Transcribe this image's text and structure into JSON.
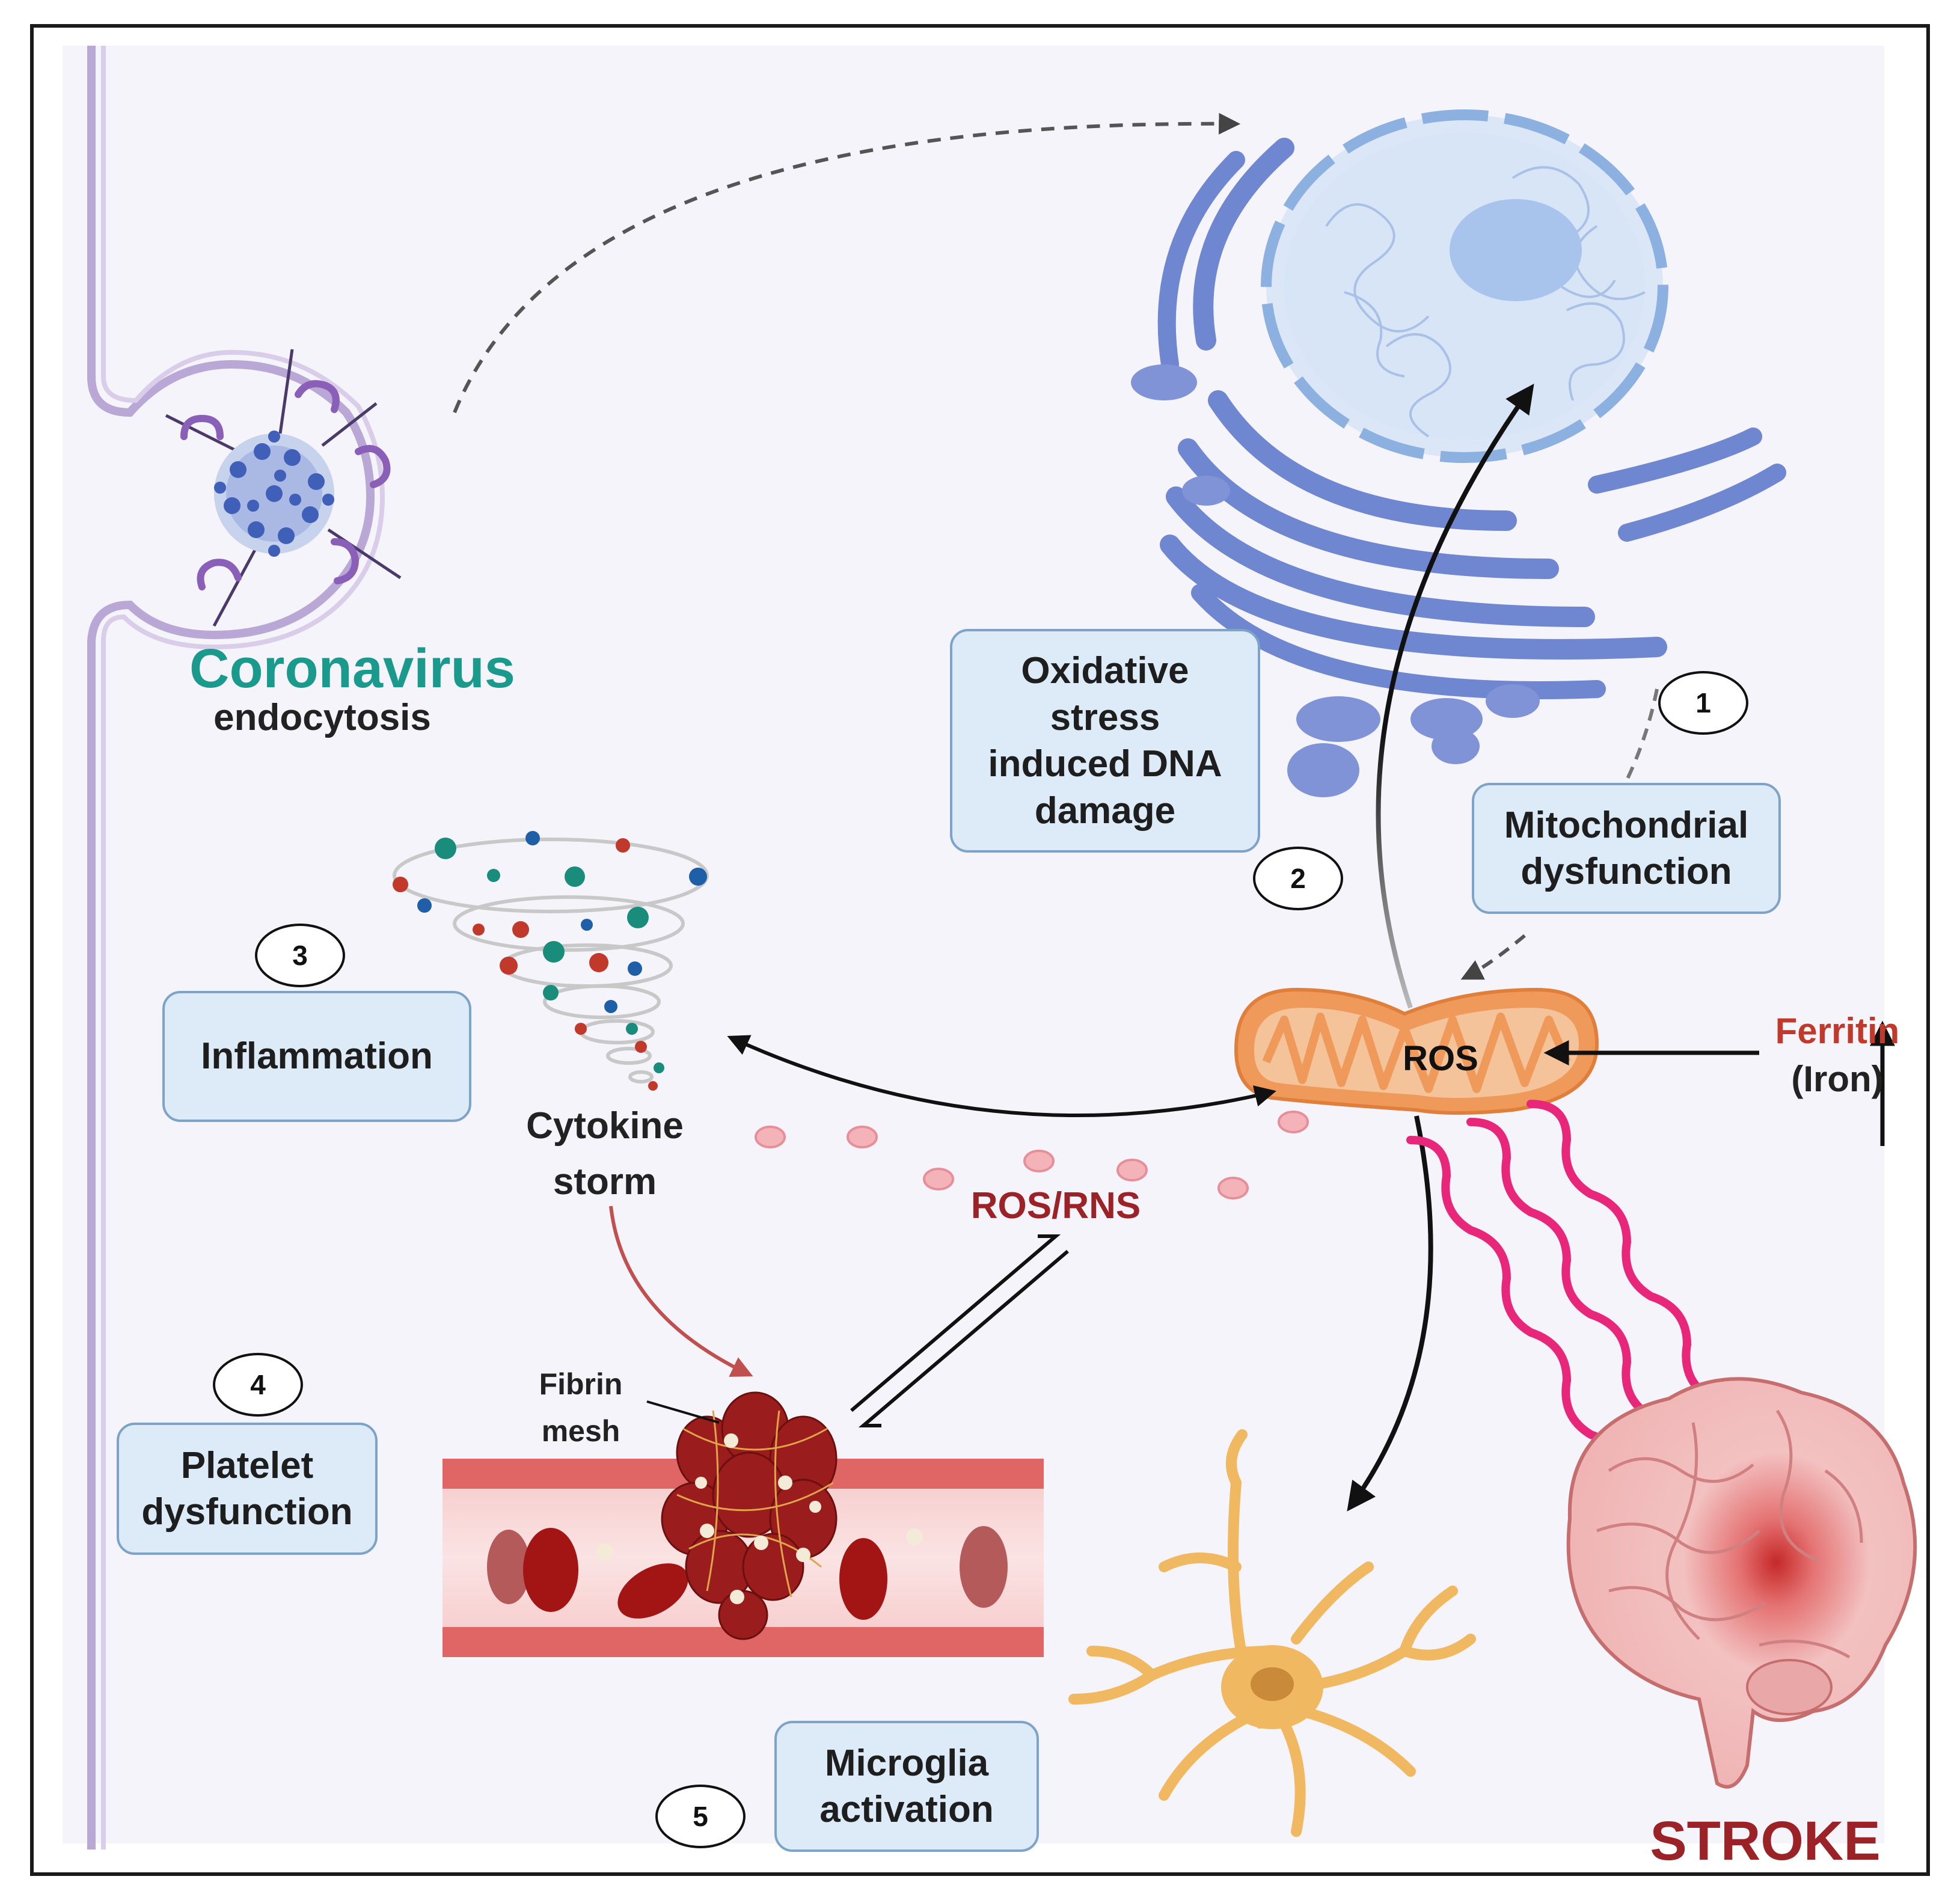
{
  "virus": {
    "title": "Coronavirus",
    "subtitle": "endocytosis"
  },
  "steps": [
    {
      "number": "1",
      "label": "Mitochondrial\ndysfunction"
    },
    {
      "number": "2",
      "label": "Oxidative\nstress\ninduced DNA\ndamage"
    },
    {
      "number": "3",
      "label": "Inflammation"
    },
    {
      "number": "4",
      "label": "Platelet\ndysfunction"
    },
    {
      "number": "5",
      "label": "Microglia\nactivation"
    }
  ],
  "labels": {
    "cytokine": "Cytokine\nstorm",
    "ros_rns": "ROS/RNS",
    "ros": "ROS",
    "ferritin": "Ferritin",
    "iron": "(Iron)",
    "fibrin": "Fibrin\nmesh",
    "stroke": "STROKE"
  },
  "colors": {
    "teal": "#1a9a8c",
    "dark_red": "#9b2226",
    "ferritin": "#c0392b",
    "box_fill": "#dcebf7",
    "box_border": "#7da4c8",
    "mito": "#ef9a5a",
    "er": "#6f86d0",
    "wave": "#e8267a"
  },
  "icons": [
    "coronavirus-icon",
    "endoplasmic-reticulum-icon",
    "nucleus-icon",
    "mitochondrion-icon",
    "cytokine-storm-icon",
    "blood-vessel-icon",
    "clot-icon",
    "microglia-icon",
    "brain-icon"
  ]
}
